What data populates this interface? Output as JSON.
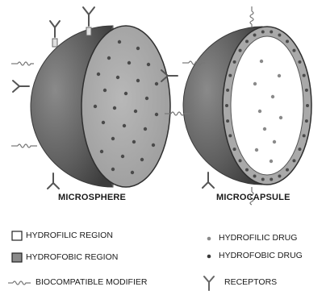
{
  "figures": {
    "left_caption": "MICROSPHERE",
    "right_caption": "MICROCAPSULE"
  },
  "legend": {
    "hydrophilic_region": "HYDROFILIC REGION",
    "hydrophobic_region": "HYDROFOBIC REGION",
    "biocompatible_modifier": "BIOCOMPATIBLE MODIFIER",
    "hydrophilic_drug": "HYDROFILIC DRUG",
    "hydrophobic_drug": "HYDROFOBIC DRUG",
    "receptors": "RECEPTORS"
  },
  "colors": {
    "shell_dark": "#6e6e6e",
    "cut_face": "#a9a9a9",
    "hydrophilic_fill": "#ffffff",
    "hydrophobic_drug": "#4a4a4a",
    "hydrophilic_drug": "#8a8a8a",
    "outline": "#3a3a3a"
  }
}
